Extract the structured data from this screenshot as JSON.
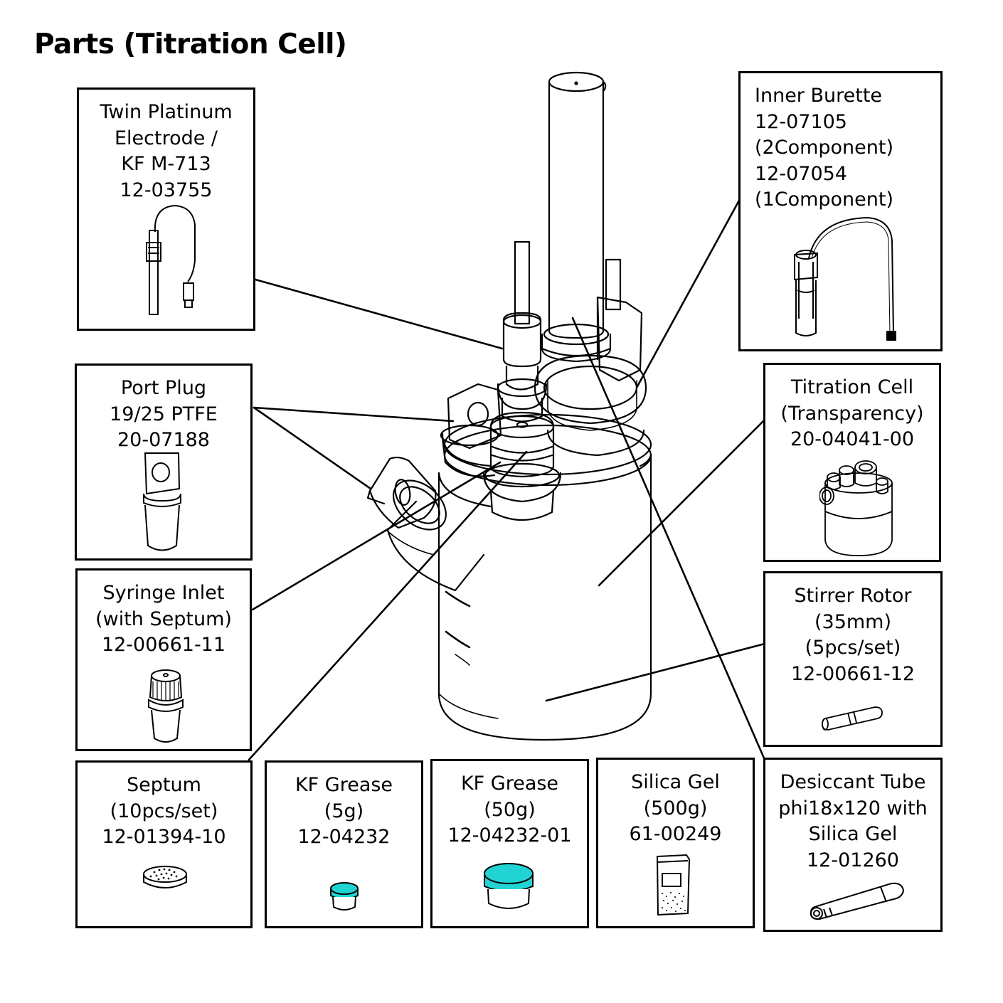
{
  "title": "Parts (Titration Cell)",
  "parts": {
    "electrode": {
      "lines": [
        "Twin Platinum",
        "Electrode /",
        "KF M-713",
        "12-03755"
      ]
    },
    "port_plug": {
      "lines": [
        "Port Plug",
        "19/25 PTFE",
        "20-07188"
      ]
    },
    "syringe_inlet": {
      "lines": [
        "Syringe Inlet",
        "(with Septum)",
        "12-00661-11"
      ]
    },
    "septum": {
      "lines": [
        "Septum",
        "(10pcs/set)",
        "12-01394-10"
      ]
    },
    "grease_5g": {
      "lines": [
        "KF Grease",
        "(5g)",
        "12-04232"
      ]
    },
    "grease_50g": {
      "lines": [
        "KF Grease",
        "(50g)",
        "12-04232-01"
      ]
    },
    "silica_gel": {
      "lines": [
        "Silica Gel",
        "(500g)",
        "61-00249"
      ]
    },
    "desiccant_tube": {
      "lines": [
        "Desiccant Tube",
        "phi18x120 with",
        "Silica Gel",
        "12-01260"
      ]
    },
    "inner_burette": {
      "lines": [
        "Inner Burette",
        "12-07105",
        "(2Component)",
        "12-07054",
        "(1Component)"
      ]
    },
    "titration_cell": {
      "lines": [
        "Titration Cell",
        "(Transparency)",
        "20-04041-00"
      ]
    },
    "stirrer_rotor": {
      "lines": [
        "Stirrer Rotor",
        "(35mm)",
        "(5pcs/set)",
        "12-00661-12"
      ]
    }
  },
  "colors": {
    "grease_lid": "#22d3d3",
    "line": "#000000"
  }
}
